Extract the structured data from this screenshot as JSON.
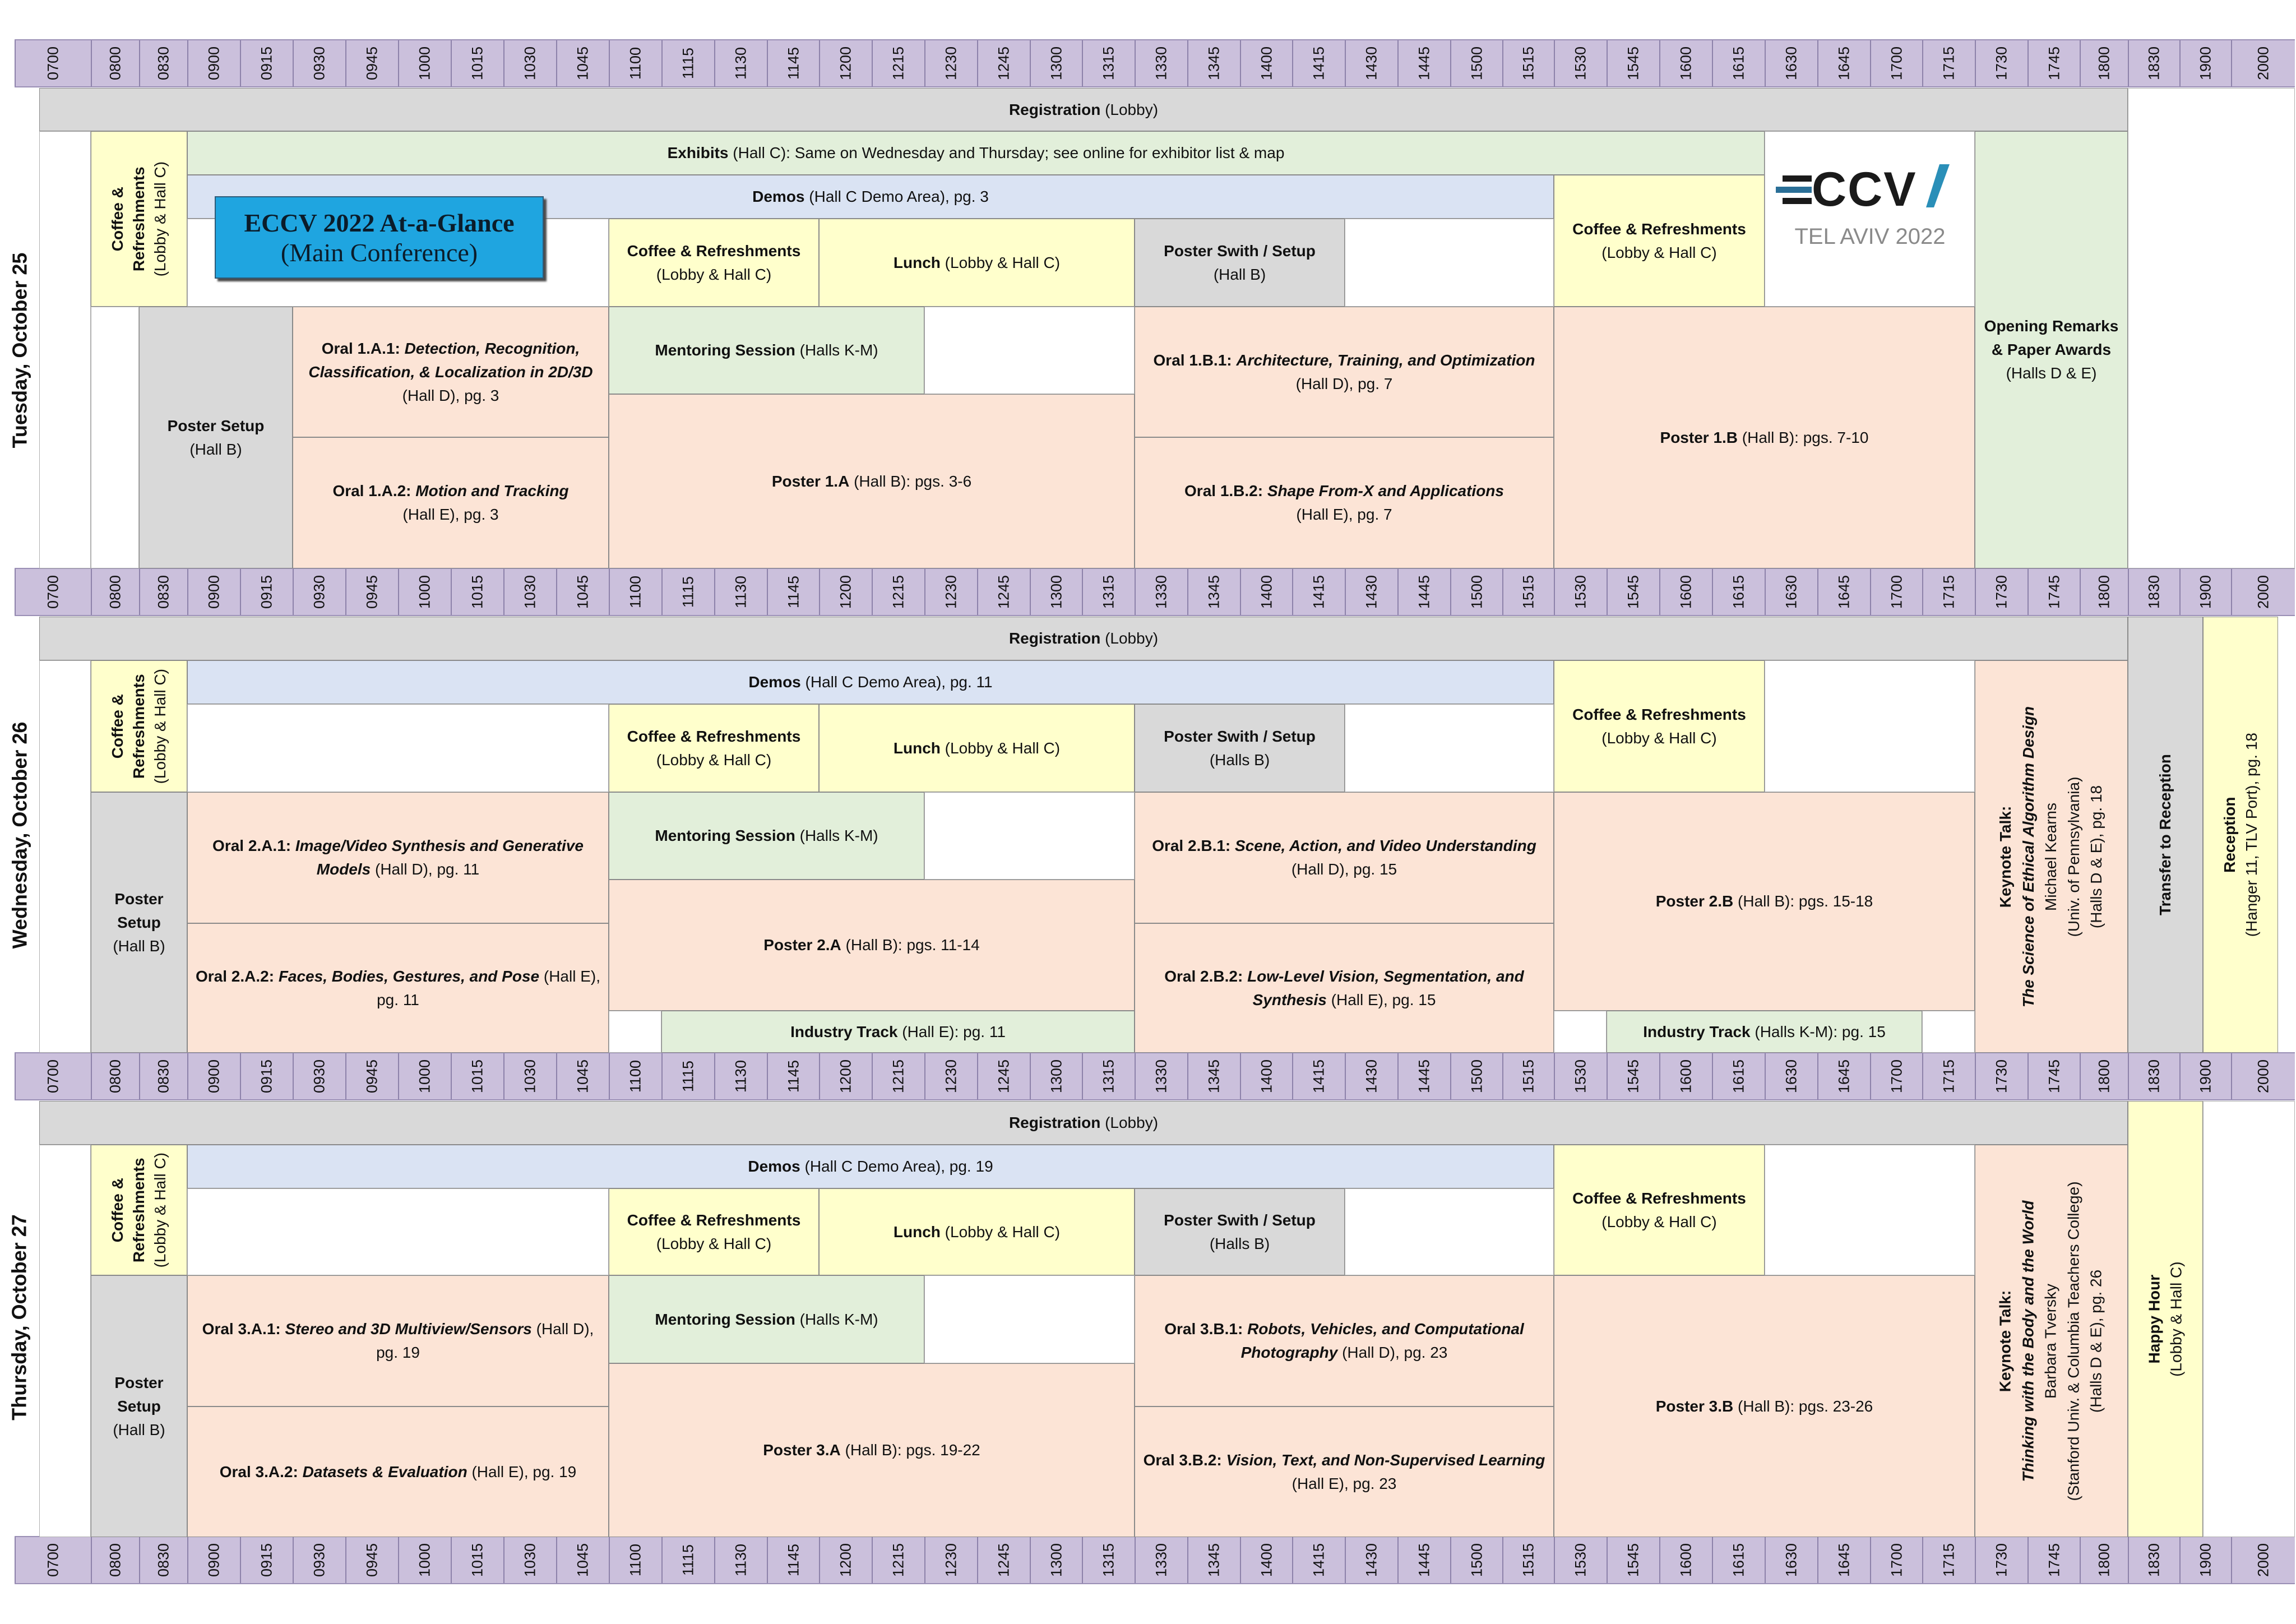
{
  "times": [
    "0700",
    "0800",
    "0830",
    "0900",
    "0915",
    "0930",
    "0945",
    "1000",
    "1015",
    "1030",
    "1045",
    "1100",
    "1115",
    "1130",
    "1145",
    "1200",
    "1215",
    "1230",
    "1245",
    "1300",
    "1315",
    "1330",
    "1345",
    "1400",
    "1415",
    "1430",
    "1445",
    "1500",
    "1515",
    "1530",
    "1545",
    "1600",
    "1615",
    "1630",
    "1645",
    "1700",
    "1715",
    "1730",
    "1745",
    "1800",
    "1830",
    "1900",
    "2000"
  ],
  "title_box": {
    "line1": "ECCV 2022 At-a-Glance",
    "line2": "(Main Conference)"
  },
  "logo": {
    "mark": "ECCV",
    "subtitle": "TEL AVIV 2022"
  },
  "colors": {
    "orange": "#fce4d6",
    "green": "#e2efda",
    "blue": "#dae3f3",
    "yellow": "#ffffcc",
    "grey": "#d9d9d9",
    "timebar": "#cbc0dc",
    "title_box": "#1fa5e0"
  },
  "days": [
    {
      "label": "Tuesday, October 25",
      "registration": {
        "b": "Registration",
        "t": " (Lobby)"
      },
      "coffee_am": {
        "l1": "Coffee &",
        "l2": "Refreshments",
        "l3": "(Lobby & Hall C)"
      },
      "exhibits": {
        "b": "Exhibits",
        "t": " (Hall C): Same on Wednesday and Thursday; see online for exhibitor list & map"
      },
      "demos": {
        "b": "Demos",
        "t": " (Hall C Demo Area), pg. 3"
      },
      "coffee_mid": {
        "b": "Coffee & Refreshments",
        "t": "(Lobby & Hall C)"
      },
      "lunch": {
        "b": "Lunch",
        "t": " (Lobby & Hall C)"
      },
      "poster_swith": {
        "b": "Poster Swith / Setup",
        "t": "(Hall B)"
      },
      "coffee_pm": {
        "b": "Coffee & Refreshments",
        "t": "(Lobby & Hall C)"
      },
      "poster_setup": {
        "b": "Poster Setup",
        "t": "(Hall B)"
      },
      "oral_a1": {
        "b": "Oral 1.A.1: ",
        "i": "Detection, Recognition, Classification, & Localization in 2D/3D",
        "t": "(Hall D), pg. 3"
      },
      "oral_a2": {
        "b": "Oral 1.A.2: ",
        "i": "Motion and Tracking",
        "t": "(Hall E), pg. 3"
      },
      "mentoring": {
        "b": "Mentoring Session",
        "t": " (Halls K-M)"
      },
      "poster_a": {
        "b": "Poster 1.A",
        "t": " (Hall B): pgs. 3-6"
      },
      "oral_b1": {
        "b": "Oral 1.B.1: ",
        "i": "Architecture, Training, and Optimization",
        "t": " (Hall D), pg. 7"
      },
      "oral_b2": {
        "b": "Oral 1.B.2: ",
        "i": "Shape From-X and Applications",
        "t": "(Hall E), pg. 7"
      },
      "poster_b": {
        "b": "Poster 1.B",
        "t": " (Hall B): pgs. 7-10"
      },
      "opening": {
        "b": "Opening Remarks & Paper Awards",
        "t": "(Halls D & E)"
      }
    },
    {
      "label": "Wednesday, October 26",
      "registration": {
        "b": "Registration",
        "t": " (Lobby)"
      },
      "coffee_am": {
        "l1": "Coffee &",
        "l2": "Refreshments",
        "l3": "(Lobby & Hall C)"
      },
      "demos": {
        "b": "Demos",
        "t": " (Hall C Demo Area), pg. 11"
      },
      "coffee_mid": {
        "b": "Coffee & Refreshments",
        "t": "(Lobby & Hall C)"
      },
      "lunch": {
        "b": "Lunch",
        "t": " (Lobby & Hall C)"
      },
      "poster_swith": {
        "b": "Poster Swith / Setup",
        "t": "(Halls B)"
      },
      "coffee_pm": {
        "b": "Coffee & Refreshments",
        "t": "(Lobby & Hall C)"
      },
      "poster_setup": {
        "b1": "Poster",
        "b2": "Setup",
        "t": "(Hall B)"
      },
      "oral_a1": {
        "b": "Oral 2.A.1: ",
        "i": "Image/Video Synthesis and Generative Models",
        "t": " (Hall D), pg. 11"
      },
      "oral_a2": {
        "b": "Oral 2.A.2: ",
        "i": "Faces, Bodies, Gestures, and Pose",
        "t": " (Hall E), pg. 11"
      },
      "mentoring": {
        "b": "Mentoring Session",
        "t": " (Halls K-M)"
      },
      "poster_a": {
        "b": "Poster 2.A",
        "t": " (Hall B): pgs. 11-14"
      },
      "industry_1": {
        "b": "Industry Track",
        "t": " (Hall E): pg. 11"
      },
      "oral_b1": {
        "b": "Oral 2.B.1: ",
        "i": "Scene, Action, and Video Understanding",
        "t": " (Hall D), pg. 15"
      },
      "oral_b2": {
        "b": "Oral 2.B.2: ",
        "i": "Low-Level Vision, Segmentation, and Synthesis",
        "t": " (Hall E), pg. 15"
      },
      "poster_b": {
        "b": "Poster 2.B",
        "t": " (Hall B): pgs. 15-18"
      },
      "industry_2": {
        "b": "Industry Track",
        "t": " (Halls K-M): pg. 15"
      },
      "keynote": {
        "b": "Keynote Talk:",
        "i": "The Science of Ethical Algorithm Design",
        "t1": "Michael Kearns",
        "t2": "(Univ. of Pennsylvania)",
        "t3": "(Halls D & E), pg. 18"
      },
      "transfer": {
        "b": "Transfer to Reception"
      },
      "reception": {
        "b": "Reception",
        "t": "(Hanger 11, TLV Port), pg. 18"
      }
    },
    {
      "label": "Thursday, October 27",
      "registration": {
        "b": "Registration",
        "t": " (Lobby)"
      },
      "coffee_am": {
        "l1": "Coffee &",
        "l2": "Refreshments",
        "l3": "(Lobby & Hall C)"
      },
      "demos": {
        "b": "Demos",
        "t": " (Hall C Demo Area), pg. 19"
      },
      "coffee_mid": {
        "b": "Coffee & Refreshments",
        "t": "(Lobby & Hall C)"
      },
      "lunch": {
        "b": "Lunch",
        "t": " (Lobby & Hall C)"
      },
      "poster_swith": {
        "b": "Poster Swith / Setup",
        "t": "(Halls B)"
      },
      "coffee_pm": {
        "b": "Coffee & Refreshments",
        "t": "(Lobby & Hall C)"
      },
      "poster_setup": {
        "b1": "Poster",
        "b2": "Setup",
        "t": "(Hall B)"
      },
      "oral_a1": {
        "b": "Oral 3.A.1: ",
        "i": "Stereo and 3D Multiview/Sensors",
        "t": " (Hall D), pg. 19"
      },
      "oral_a2": {
        "b": "Oral 3.A.2: ",
        "i": "Datasets & Evaluation",
        "t": " (Hall E), pg. 19"
      },
      "mentoring": {
        "b": "Mentoring Session",
        "t": " (Halls K-M)"
      },
      "poster_a": {
        "b": "Poster 3.A",
        "t": " (Hall B): pgs. 19-22"
      },
      "oral_b1": {
        "b": "Oral 3.B.1: ",
        "i": "Robots, Vehicles, and Computational Photography",
        "t": " (Hall D), pg. 23"
      },
      "oral_b2": {
        "b": "Oral 3.B.2: ",
        "i": "Vision, Text, and Non-Supervised Learning",
        "t": " (Hall E), pg. 23"
      },
      "poster_b": {
        "b": "Poster 3.B",
        "t": " (Hall B): pgs. 23-26"
      },
      "keynote": {
        "b": "Keynote Talk:",
        "i": "Thinking with the Body and the World",
        "t1": "Barbara Tversky",
        "t2": "(Stanford Univ. & Columbia Teachers College)",
        "t3": "(Halls D & E), pg. 26"
      },
      "happy": {
        "b": "Happy Hour",
        "t": "(Lobby & Hall C)"
      }
    }
  ]
}
